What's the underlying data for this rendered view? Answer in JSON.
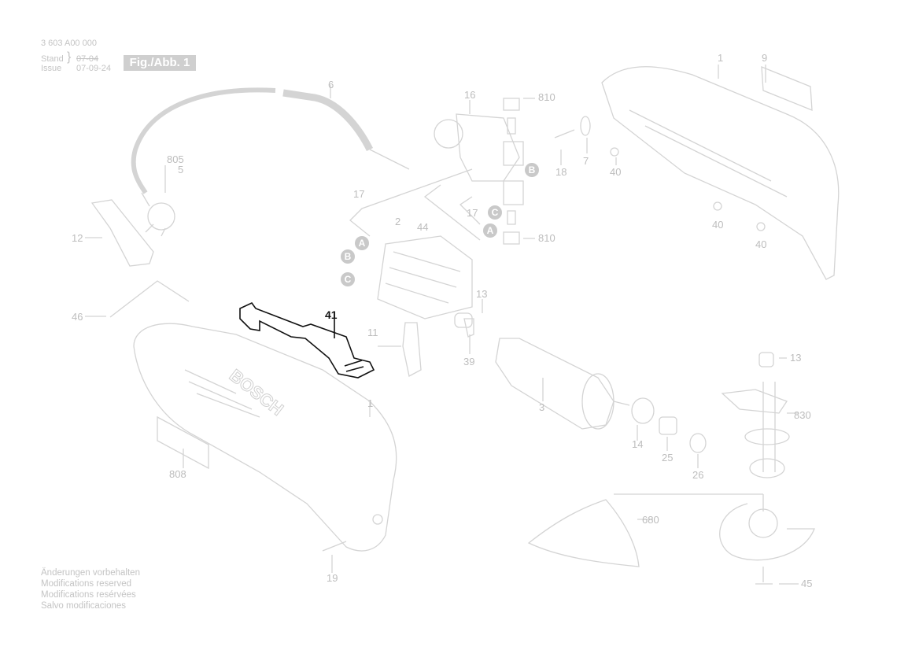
{
  "header": {
    "part_number": "3 603 A00 000",
    "stand_label": "Stand",
    "stand_value": "07-04",
    "issue_label": "Issue",
    "issue_value": "07-09-24",
    "figure_label": "Fig./Abb. 1"
  },
  "notes": [
    "Änderungen vorbehalten",
    "Modifications reserved",
    "Modifications resérvées",
    "Salvo modificaciones"
  ],
  "brand_on_housing": "BOSCH",
  "highlighted_part": "41",
  "part_labels": {
    "p1_right": "1",
    "p9": "9",
    "p6": "6",
    "p16": "16",
    "p810_top": "810",
    "p810_bottom": "810",
    "p805": "805",
    "p5": "5",
    "p18": "18",
    "p7": "7",
    "p40_a": "40",
    "p40_b": "40",
    "p40_c": "40",
    "p17_a": "17",
    "p17_b": "17",
    "p44": "44",
    "p2": "2",
    "p12": "12",
    "p46": "46",
    "p41": "41",
    "p11": "11",
    "p13_a": "13",
    "p39": "39",
    "p3": "3",
    "p13_b": "13",
    "p830": "830",
    "p1_left": "1",
    "p14": "14",
    "p25": "25",
    "p26": "26",
    "p808": "808",
    "p680": "680",
    "p19": "19",
    "p45": "45"
  },
  "connectors": {
    "a1": "A",
    "a2": "A",
    "b1": "B",
    "b2": "B",
    "c1": "C",
    "c2": "C"
  }
}
